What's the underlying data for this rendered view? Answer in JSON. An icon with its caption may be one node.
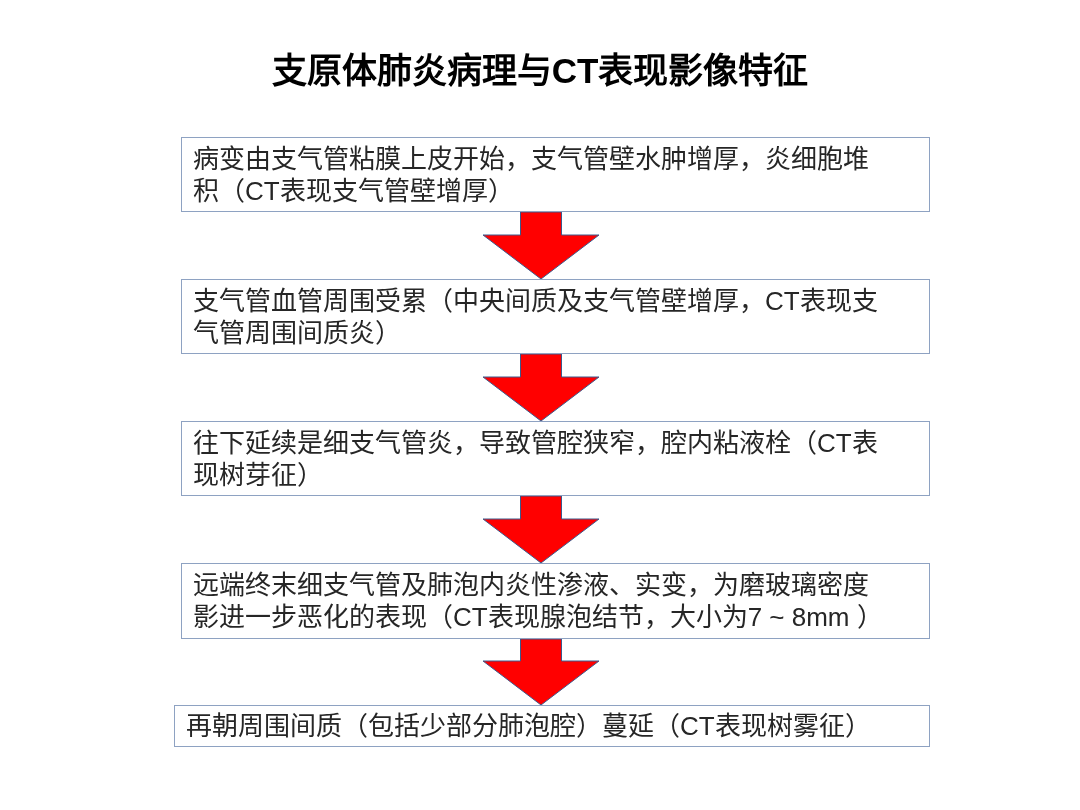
{
  "diagram": {
    "title": "支原体肺炎病理与CT表现影像特征",
    "nodes": [
      {
        "text": [
          "病变由支气管粘膜上皮开始，支气管壁水肿增厚，炎细胞堆积（CT表现支气管壁增厚）"
        ]
      },
      {
        "text": [
          "支气管血管周围受累（中央间质及支气管壁增厚，CT表现支气管周围间质炎）"
        ]
      },
      {
        "text": [
          "往下延续是细支气管炎，导致管腔狭窄，腔内粘液栓（CT表现树芽征）"
        ]
      },
      {
        "text": [
          "远端终末细支气管及肺泡内炎性渗液、实变，为磨玻璃密度影进一步恶化的表现（CT表现腺泡结节，大小为7 ~ 8mm ）"
        ]
      },
      {
        "text": [
          "再朝周围间质（包括少部分肺泡腔）蔓延（CT表现树雾征）"
        ]
      }
    ],
    "edges": [
      {
        "from": 0,
        "to": 1,
        "arrow": "to"
      },
      {
        "from": 1,
        "to": 2,
        "arrow": "to"
      },
      {
        "from": 2,
        "to": 3,
        "arrow": "to"
      },
      {
        "from": 3,
        "to": 4,
        "arrow": "to"
      }
    ]
  }
}
